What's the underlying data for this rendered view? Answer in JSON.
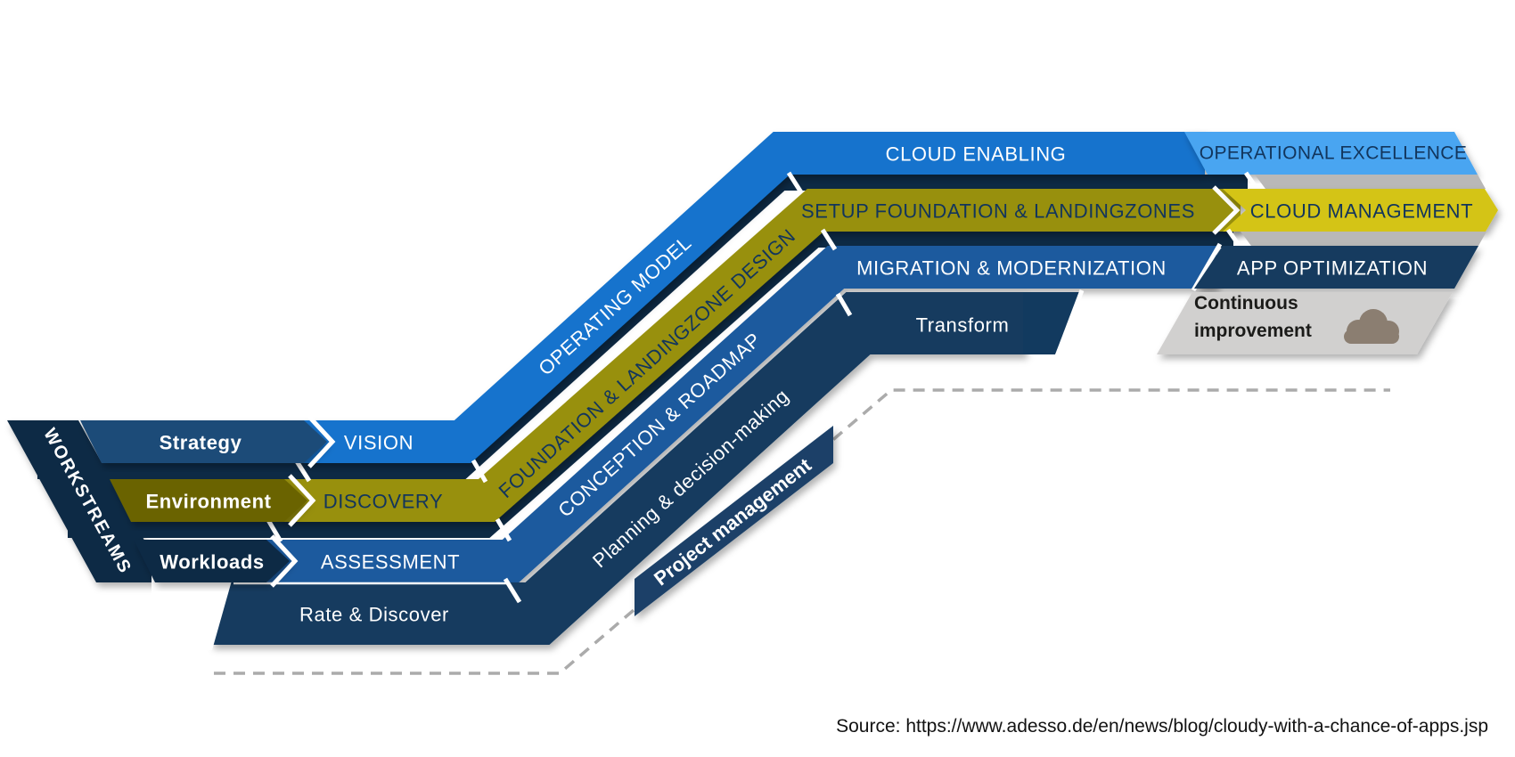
{
  "workstreams": {
    "label": "WORKSTREAMS"
  },
  "rows": {
    "strategy": {
      "label": "Strategy",
      "start": "VISION",
      "ramp": "OPERATING MODEL",
      "run": "CLOUD ENABLING",
      "end": "OPERATIONAL EXCELLENCE"
    },
    "environment": {
      "label": "Environment",
      "start": "DISCOVERY",
      "ramp": "FOUNDATION & LANDINGZONE DESIGN",
      "run": "SETUP FOUNDATION & LANDINGZONES",
      "end": "CLOUD MANAGEMENT"
    },
    "workloads": {
      "label": "Workloads",
      "start": "ASSESSMENT",
      "ramp": "CONCEPTION & ROADMAP",
      "run": "MIGRATION & MODERNIZATION",
      "end": "APP OPTIMIZATION"
    },
    "delivery": {
      "start": "Rate & Discover",
      "ramp": "Planning & decision-making",
      "run": "Transform",
      "end_line1": "Continuous",
      "end_line2": "improvement"
    }
  },
  "overlay": {
    "project_management": "Project management"
  },
  "icons": {
    "cloud": "cloud-icon"
  },
  "source": {
    "text": "Source: https://www.adesso.de/en/news/blog/cloudy-with-a-chance-of-apps.jsp"
  },
  "colors": {
    "lane1_blue": "#1273cd",
    "lane1_light": "#49a5f1",
    "lane1_dark": "#1d4b78",
    "lane2_olive": "#98900d",
    "lane2_dark": "#6b6405",
    "lane2_yellow": "#d4c416",
    "lane3_blue": "#1a5a9e",
    "navy": "#123a5f",
    "navy_deep": "#0d2a45",
    "project_navy": "#1a4168",
    "gray_band": "#d1d0cf",
    "gray_strip": "#b9b8b7",
    "dash_gray": "#ababab",
    "cloud_taupe": "#8b7e71",
    "text_navy": "#12355c",
    "text_dark": "#1b1b19",
    "white": "#ffffff"
  }
}
